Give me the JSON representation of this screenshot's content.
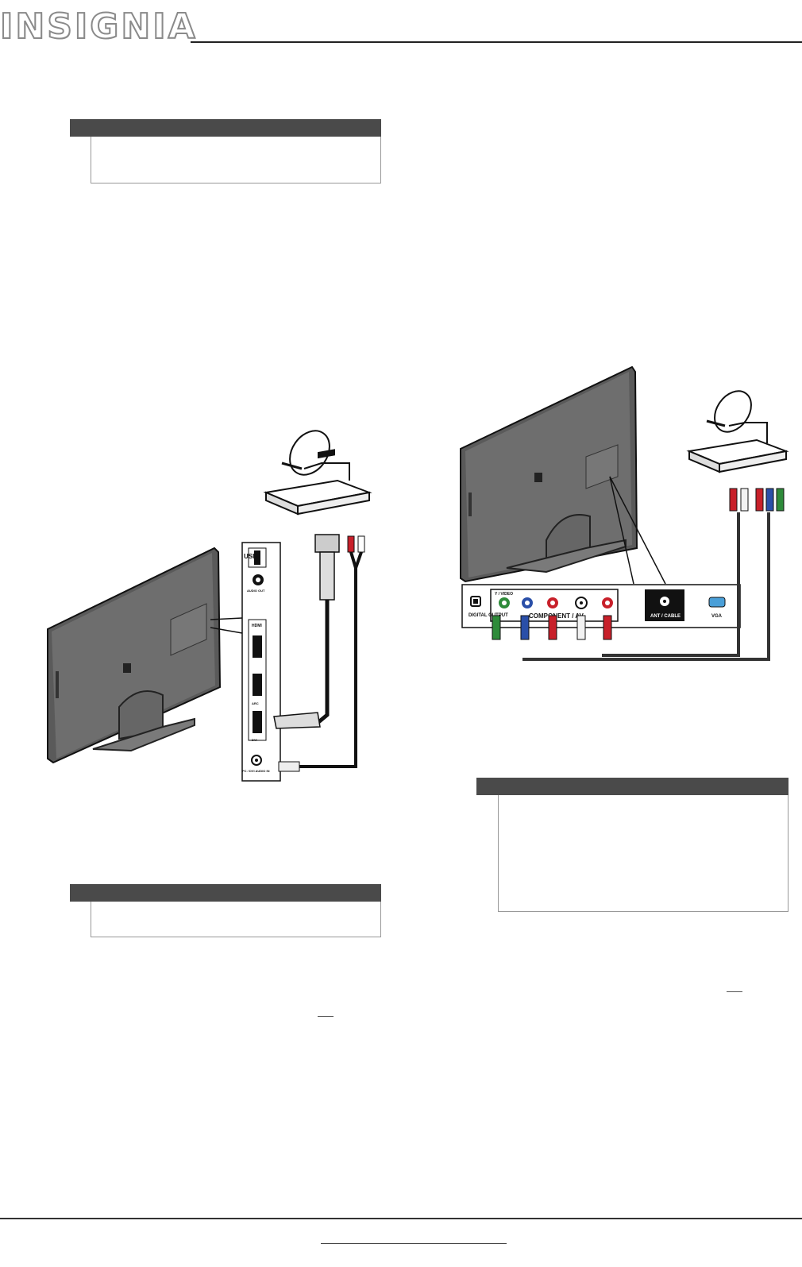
{
  "header": {
    "brand": "INSIGNIA"
  },
  "left_diagram": {
    "panel_labels": {
      "usb": "USB",
      "audio_out": "AUDIO OUT",
      "hdmi": "HDMI",
      "arc": "ARC",
      "dvi": "DVI",
      "pc_dvi_audio_in": "PC / DVI AUDIO IN"
    }
  },
  "right_diagram": {
    "panel_labels": {
      "digital_output": "DIGITAL OUTPUT",
      "y_video": "Y / VIDEO",
      "component": "COMPONENT / AV",
      "ant_cable": "ANT / CABLE",
      "vga": "VGA"
    }
  },
  "colors": {
    "note_bar": "#4a4a4a",
    "green_plug": "#2e8b3a",
    "blue_plug": "#2a4fa8",
    "red_plug": "#c8202a",
    "white_plug": "#f2f2f2",
    "vga_port": "#4a9fd8"
  }
}
